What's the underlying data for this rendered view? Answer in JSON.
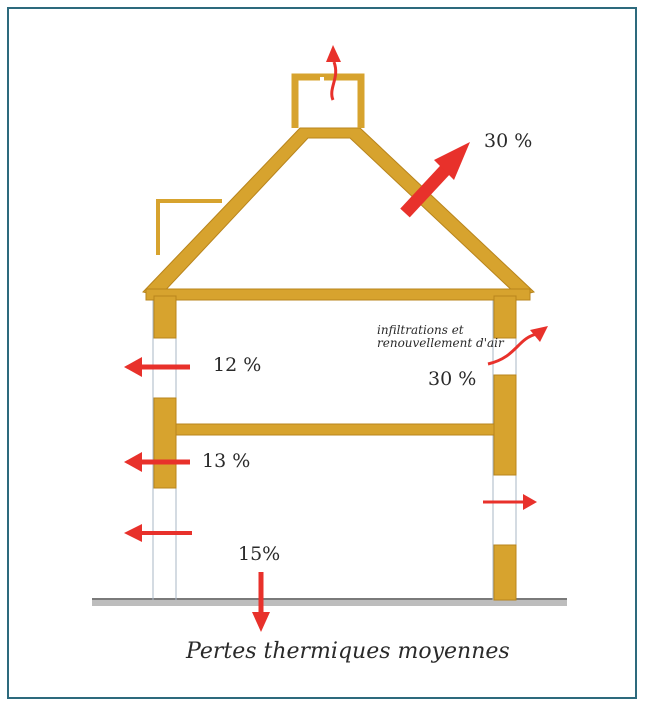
{
  "labels": {
    "roof_loss": "30 %",
    "wall_upper_loss": "12 %",
    "wall_lower_loss": "13 %",
    "floor_loss": "15%",
    "infiltration_text": "infiltrations et renouvellement d'air",
    "infiltration_loss": "30 %"
  },
  "caption": "Pertes thermiques moyennes",
  "colors": {
    "frame": "#2d6a7d",
    "wood": "#d7a32e",
    "wood_dark": "#b8841c",
    "arrow": "#e8312b",
    "ground": "#8a8a8a"
  }
}
